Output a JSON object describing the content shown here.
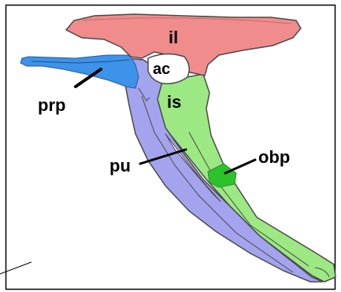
{
  "diagram": {
    "labels": {
      "il": "il",
      "ac": "ac",
      "is": "is",
      "prp": "prp",
      "pu": "pu",
      "obp": "obp"
    },
    "colors": {
      "ilium": "#f08c8c",
      "ischium": "#9ce882",
      "pubis": "#a3a3ee",
      "prepubis": "#3d92e9",
      "obturator_process": "#2bc22b",
      "outline": "#4a4a4a",
      "frame": "#000000"
    }
  }
}
